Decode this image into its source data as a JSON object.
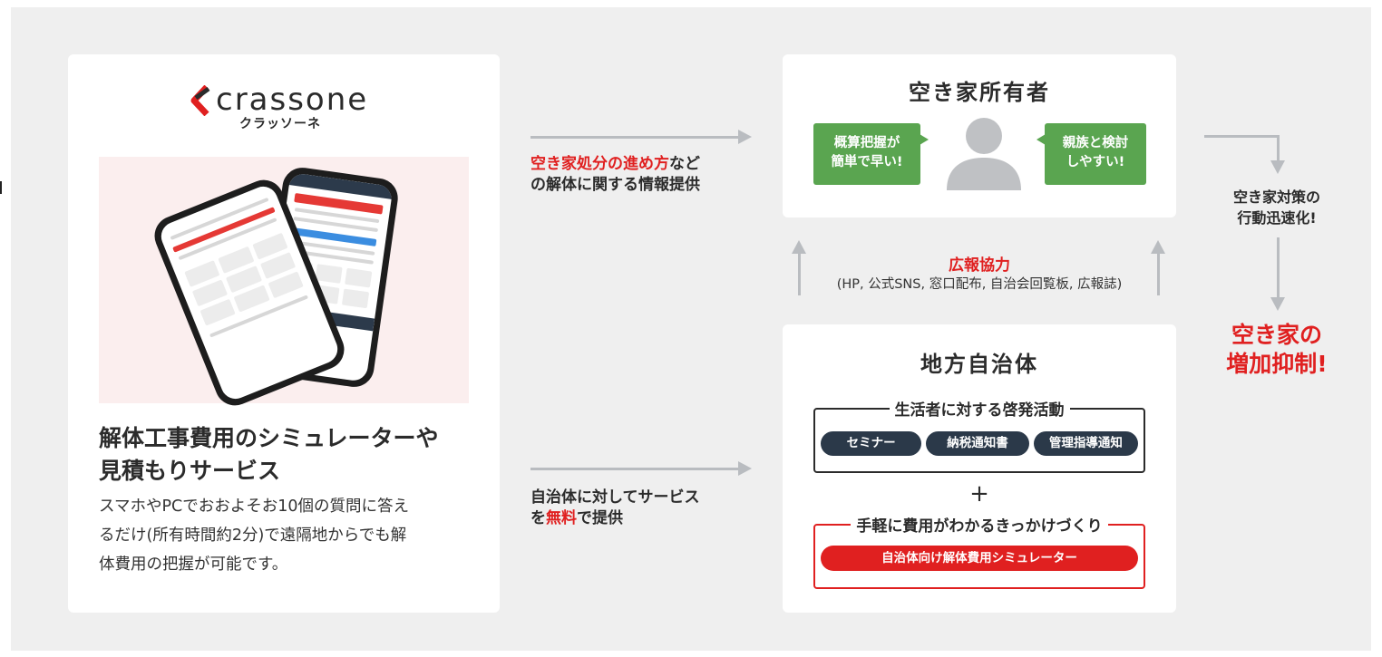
{
  "brand": {
    "name": "crassone",
    "kana": "クラッソーネ",
    "colors": {
      "accent_red": "#e02020",
      "green": "#5aa550",
      "navy": "#2b3949",
      "arrow_gray": "#b9bcc0"
    }
  },
  "left_card": {
    "title_line1": "解体工事費用のシミュレーターや",
    "title_line2": "見積もりサービス",
    "body_line1": "スマホやPCでおおよそお10個の質問に答え",
    "body_line2": "るだけ(所有時間約2分)で遠隔地からでも解",
    "body_line3": "体費用の把握が可能です。"
  },
  "arrow_top": {
    "red_part": "空き家処分の進め方",
    "rest_line1": "など",
    "line2": "の解体に関する情報提供"
  },
  "arrow_bottom": {
    "line1": "自治体に対してサービス",
    "pre": "を",
    "red_part": "無料",
    "post": "で提供"
  },
  "owner_card": {
    "title": "空き家所有者",
    "bubble_left_line1": "概算把握が",
    "bubble_left_line2": "簡単で早い!",
    "bubble_right_line1": "親族と検討",
    "bubble_right_line2": "しやすい!",
    "icon": "person-icon"
  },
  "pr": {
    "title": "広報協力",
    "detail": "(HP, 公式SNS, 窓口配布, 自治会回覧板, 広報誌)"
  },
  "right": {
    "line1": "空き家対策の",
    "line2": "行動迅速化!",
    "big_line1": "空き家の",
    "big_line2": "増加抑制!"
  },
  "gov_card": {
    "title": "地方自治体",
    "awareness_label": "生活者に対する啓発活動",
    "awareness_items": [
      "セミナー",
      "納税通知書",
      "管理指導通知"
    ],
    "plus": "+",
    "trigger_label": "手軽に費用がわかるきっかけづくり",
    "trigger_item": "自治体向け解体費用シミュレーター"
  }
}
